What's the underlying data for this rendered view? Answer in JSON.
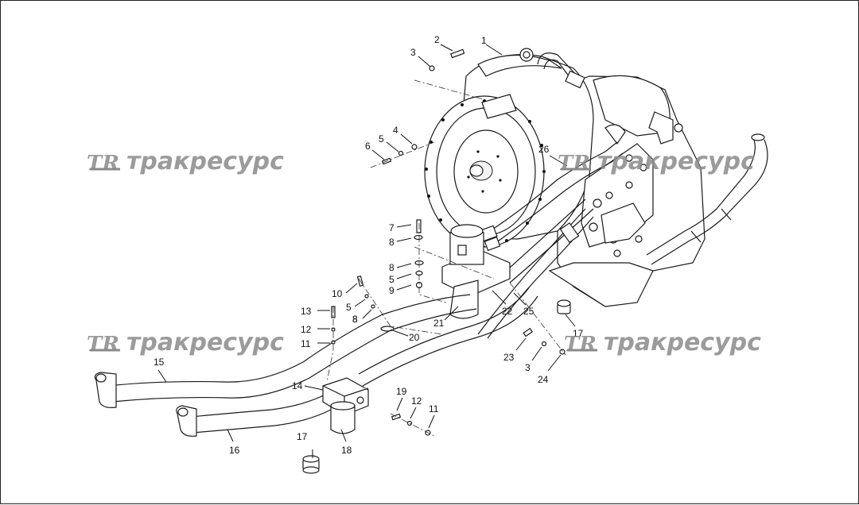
{
  "watermark": {
    "logo": "TR",
    "text": "тракресурс"
  },
  "callouts": [
    "1",
    "2",
    "3",
    "4",
    "5",
    "6",
    "7",
    "8",
    "8",
    "8",
    "5",
    "9",
    "10",
    "5",
    "8",
    "13",
    "12",
    "11",
    "20",
    "21",
    "22",
    "25",
    "26",
    "17",
    "23",
    "3",
    "24",
    "15",
    "14",
    "16",
    "17",
    "18",
    "19",
    "12",
    "11"
  ]
}
